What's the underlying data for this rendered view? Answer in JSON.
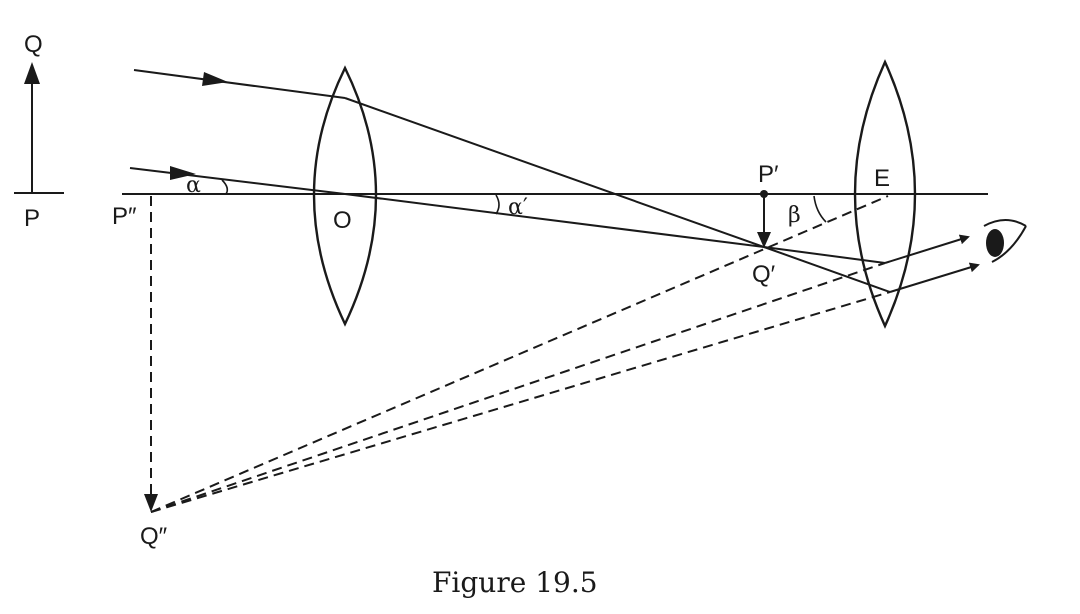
{
  "labels": {
    "Q": "Q",
    "P": "P",
    "P_double": "P″",
    "O": "O",
    "P_prime": "P′",
    "E": "E",
    "Q_prime": "Q′",
    "Q_double": "Q″",
    "alpha": "α",
    "alpha_prime": "α′",
    "beta": "β"
  },
  "caption": "Figure 19.5"
}
